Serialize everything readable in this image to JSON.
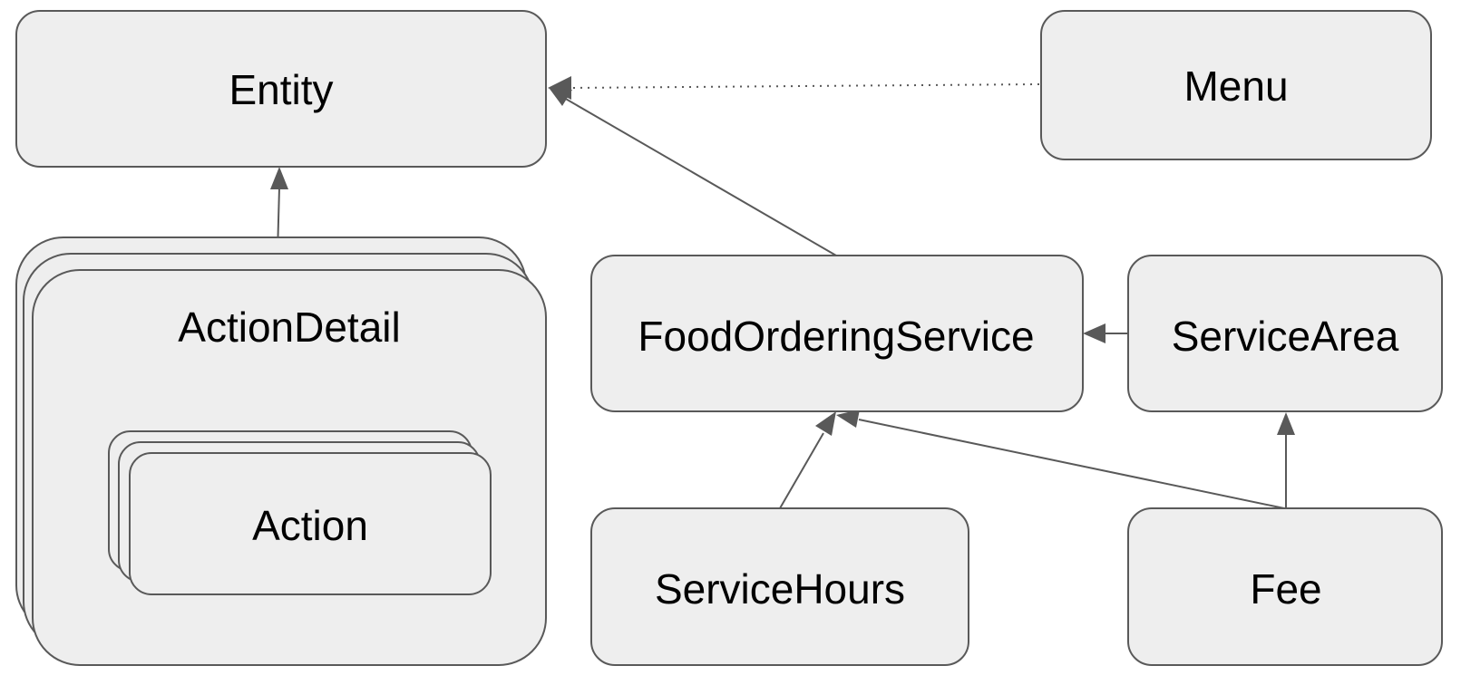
{
  "diagram": {
    "nodes": {
      "entity": "Entity",
      "menu": "Menu",
      "action_detail": "ActionDetail",
      "action": "Action",
      "food_ordering_service": "FoodOrderingService",
      "service_area": "ServiceArea",
      "service_hours": "ServiceHours",
      "fee": "Fee"
    },
    "edges": [
      {
        "from": "Menu",
        "to": "Entity",
        "style": "dotted"
      },
      {
        "from": "ActionDetail",
        "to": "Entity",
        "style": "solid"
      },
      {
        "from": "FoodOrderingService",
        "to": "Entity",
        "style": "solid"
      },
      {
        "from": "ServiceArea",
        "to": "FoodOrderingService",
        "style": "solid"
      },
      {
        "from": "ServiceHours",
        "to": "FoodOrderingService",
        "style": "solid"
      },
      {
        "from": "Fee",
        "to": "FoodOrderingService",
        "style": "solid"
      },
      {
        "from": "Fee",
        "to": "ServiceArea",
        "style": "solid"
      }
    ],
    "colors": {
      "node_fill": "#eeeeee",
      "node_stroke": "#595959",
      "text": "#000000"
    }
  }
}
